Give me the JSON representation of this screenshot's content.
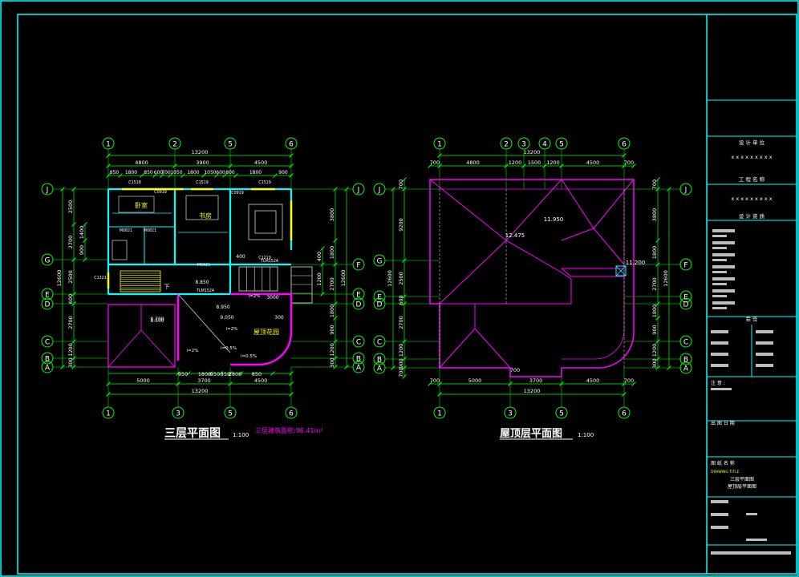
{
  "colors": {
    "background": "#000000",
    "frame": "#00ffff",
    "dimension": "#00ff00",
    "wall": "#00ffff",
    "roof": "#ff00ff",
    "text": "#ffffff",
    "accent_text": "#ffff00"
  },
  "plan_left": {
    "title": "三层平面图",
    "scale": "1:100",
    "area_note": "三层建筑面积:96.41m²",
    "top_axes": [
      "1",
      "2",
      "5",
      "6"
    ],
    "bottom_axes": [
      "1",
      "3",
      "5",
      "6"
    ],
    "left_axes": [
      "J",
      "G",
      "E",
      "D",
      "C",
      "B",
      "A"
    ],
    "right_axes": [
      "J",
      "F",
      "E",
      "D",
      "C",
      "B",
      "A"
    ],
    "top_total": "13200",
    "top_dims_row1": [
      "4800",
      "3900",
      "4500"
    ],
    "top_dims_row2": [
      "850",
      "1800",
      "850",
      "600",
      "700",
      "1050",
      "1800",
      "1050",
      "600",
      "800",
      "1800",
      "900"
    ],
    "bottom_dims_row1": [
      "5000",
      "3700",
      "4500"
    ],
    "bottom_dims_row2": [
      "950",
      "1800",
      "950",
      "850",
      "2800",
      "850"
    ],
    "bottom_total": "13200",
    "left_total": "12600",
    "left_dims": [
      "2500",
      "2700",
      "2500",
      "600",
      "2700",
      "1200",
      "300"
    ],
    "left_inner_dims": [
      "1400",
      "900"
    ],
    "right_total": "12600",
    "right_dims": [
      "3800",
      "1800",
      "2700",
      "1800",
      "900",
      "1200",
      "300"
    ],
    "right_inner_dims": [
      "400",
      "1200"
    ],
    "room_labels": [
      "卧室",
      "书房",
      "屋顶花园"
    ],
    "window_codes": [
      "C1518",
      "C0919",
      "C1519",
      "C0919",
      "C1519",
      "C1321",
      "C1219"
    ],
    "door_codes": [
      "M0821",
      "M0821",
      "TLM1524",
      "TLM1524",
      "M0921"
    ],
    "elevations": [
      "8.950",
      "9.050",
      "8.850",
      "8.700",
      "8.500"
    ],
    "slopes": [
      "i=2%",
      "i=2%",
      "i=2%",
      "i=0.5%",
      "i=0.5%"
    ],
    "other_texts": [
      "下",
      "3000",
      "300",
      "400",
      "900",
      "1200"
    ]
  },
  "plan_right": {
    "title": "屋顶层平面图",
    "scale": "1:100",
    "top_axes": [
      "1",
      "2",
      "3",
      "4",
      "5",
      "6"
    ],
    "bottom_axes": [
      "1",
      "3",
      "5",
      "6"
    ],
    "left_axes": [
      "J",
      "G",
      "E",
      "D",
      "C",
      "B",
      "A"
    ],
    "right_axes": [
      "J",
      "F",
      "E",
      "D",
      "C",
      "B",
      "A"
    ],
    "top_total": "13200",
    "top_dims": [
      "700",
      "4800",
      "1200",
      "1500",
      "1200",
      "4500",
      "700"
    ],
    "bottom_dims": [
      "700",
      "5000",
      "3700",
      "4500",
      "700"
    ],
    "bottom_total": "13200",
    "left_total": "12600",
    "left_dims": [
      "700",
      "9200",
      "2500",
      "600",
      "2700",
      "1200",
      "900",
      "700"
    ],
    "right_total": "12600",
    "right_dims": [
      "700",
      "3800",
      "1800",
      "2700",
      "1800",
      "900",
      "1200",
      "300"
    ],
    "elevations": [
      "12.475",
      "11.950",
      "11.200"
    ],
    "note": "700"
  },
  "title_block": {
    "design_unit_label": "设 计 单 位",
    "project_label": "工 程 名 称",
    "placeholder": "x x x x x x x x x",
    "design_qual_label": "设 计 资 质",
    "joint_label": "会 签",
    "notes_label": "注 意 :",
    "drawing_no_label": "出 图 日 期",
    "drawing_title_label": "图 纸 名 称",
    "drawing_title_en": "DRAWING TITLE",
    "drawing_names": [
      "三层平面图",
      "屋顶层平面图"
    ]
  }
}
